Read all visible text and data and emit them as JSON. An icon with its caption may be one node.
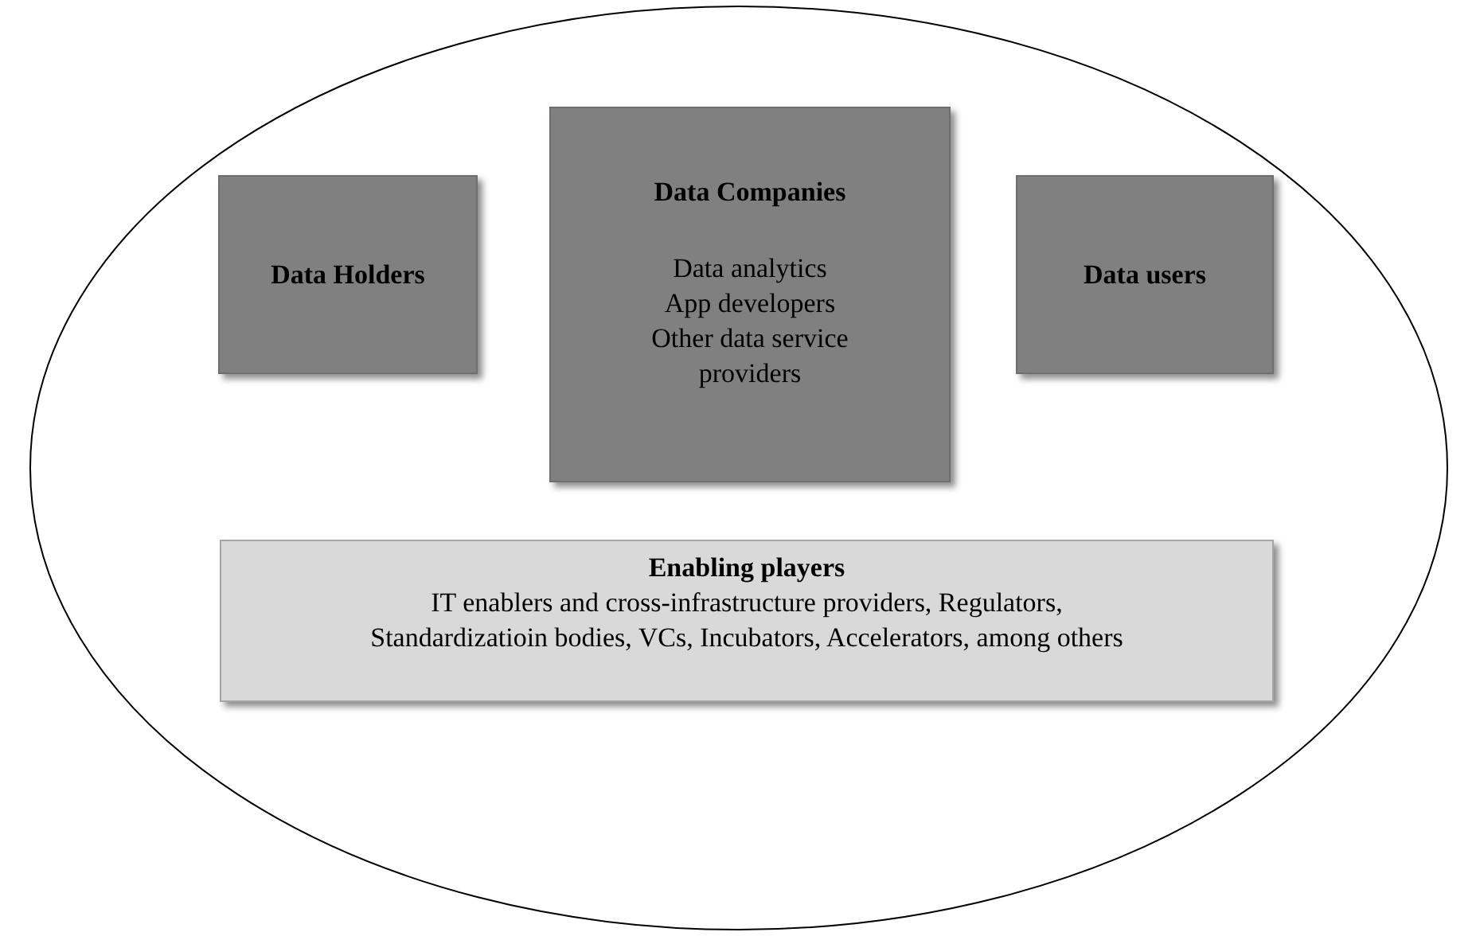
{
  "diagram": {
    "nodes": [
      {
        "text": [],
        "shape": "ellipse"
      },
      {
        "text": [
          "Data Holders"
        ],
        "in": 0
      },
      {
        "text": [
          "Data Companies",
          "Data analytics",
          "App developers",
          "Other data service providers"
        ],
        "in": 0
      },
      {
        "text": [
          "Data users"
        ],
        "in": 0
      },
      {
        "text": [
          "Enabling players",
          "IT enablers  and cross-infrastructure providers, Regulators, Standardizatioin bodies, VCs, Incubators, Accelerators, among others"
        ],
        "in": 0
      }
    ]
  }
}
